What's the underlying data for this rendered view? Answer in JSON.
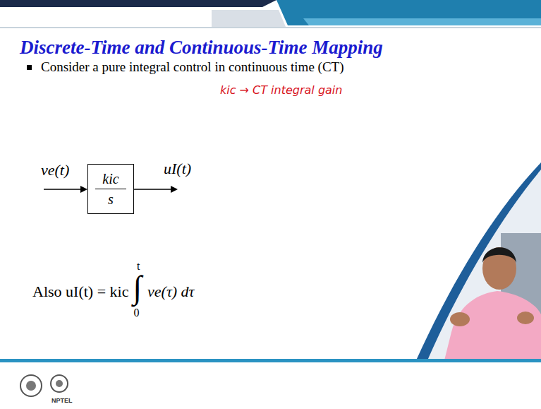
{
  "diagram": {
    "title": "Discrete-Time and Continuous-Time Mapping",
    "nodes": [
      {
        "text": [
          "kic",
          "s"
        ]
      }
    ],
    "labels": [
      "Consider a pure integral control in continuous time (CT)",
      "kic → CT integral gain",
      "ve(t)",
      "uI(t)",
      "Also uI(t) = kic",
      "∫",
      "t",
      "0",
      "ve(τ) dτ",
      "NPTEL"
    ]
  }
}
